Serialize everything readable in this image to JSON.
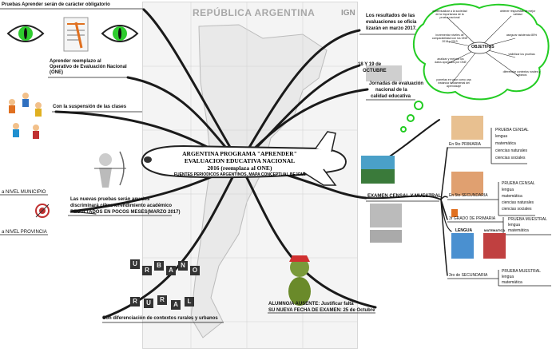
{
  "map": {
    "title": "REPÚBLICA ARGENTINA",
    "logo": "IGN"
  },
  "center": {
    "title_1": "ARGENTINA PROGRAMA \"APRENDER\"",
    "title_2": "EVALUACION EDUCATIVA NACIONAL",
    "title_3": "2016 (reemplaza al ONE)",
    "source": "FUENTES PERIODICOS ARGENTINOS, MAPA CONCEPTUAL BEJOMI"
  },
  "left": {
    "obligatorio": "Pruebas Aprender serán de carácter obligatorio",
    "reemplazo_1": "Aprender reemplazo al",
    "reemplazo_2": "Operativo de Evaluación Nacional",
    "reemplazo_3": "(ONE)",
    "suspension": "Con la suspensión de las clases",
    "municipio": "a NIVEL MUNICIPIO",
    "provincia": "a NIVEL PROVINCIA",
    "nuevas_1": "Las nuevas pruebas serán anuales",
    "nuevas_2": "discriminará cifras x/rendimiento académico",
    "nuevas_3": "RESULTADOS EN POCOS MESES(MARZO 2017)",
    "contextos": "Con diferenciación de contextos rurales y urbanos",
    "urbano": [
      "U",
      "R",
      "B",
      "A",
      "N",
      "O"
    ],
    "rural": [
      "R",
      "U",
      "R",
      "A",
      "L"
    ]
  },
  "right": {
    "resultados_1": "Los resultados de las",
    "resultados_2": "evaluaciones se oficia",
    "resultados_3": "lizarán en marzo  2017.",
    "fecha_1": "18 Y 19 de",
    "fecha_2": "OCTUBRE",
    "jornadas_1": "Jornadas de evaluación",
    "jornadas_2": "nacional de la",
    "jornadas_3": "calidad educativa",
    "objetivos_label": "OBJETIVOS",
    "objetivos": [
      "contextualizar a la sociedad de la importancia de la prueba nacional",
      "obtener respuestas de mejor calidad",
      "incrementar niveles de comparabilidad con los ONE 2010 y 2013",
      "asegurar asistencia 85%",
      "analizar y mejorar los datos aportados por ONE",
      "visibilizar los pruebas",
      "diferenciar contextos rurales y urbanos",
      "ponerlas en valor como una instancia fundamental del aprendizaje"
    ],
    "examen": "EXAMEN CENSAL Y MUESTRAL",
    "primaria_6": "En 6to  PRIMARIA",
    "censal_prim_title": "PRUEBA CENSAL",
    "censal_prim_items": [
      "lengua",
      "matemática",
      "ciencias naturales",
      "ciencias sociales"
    ],
    "secundaria_5": "En 5to SECUNDARIA",
    "censal_sec_title": "PRUEBA CENSAL",
    "censal_sec_items": [
      "lengua",
      "matemática",
      "ciencias naturales",
      "ciencias sociales"
    ],
    "grado3": "3r  GRADO DE PRIMARIA",
    "muestral_1_title": "PRUEBA MUESTRAL",
    "muestral_1_items": [
      "lengua",
      "matemática"
    ],
    "lengua": "LENGUA",
    "matematica": "MATEMATICA",
    "sec3": "3ro de SECUNDARIA",
    "muestral_2_title": "PRUEBA MUESTRAL",
    "muestral_2_items": [
      "lengua",
      "matemática"
    ],
    "ausente_1": "ALUMNO/A AUSENTE: Justificar falta",
    "ausente_2": "SU NUEVA FECHA DE EXAMEN:  25 de Octubre"
  },
  "colors": {
    "branch": "#1a1a1a",
    "cloud_border": "#22cc22",
    "eye": "#2ecc2e"
  }
}
